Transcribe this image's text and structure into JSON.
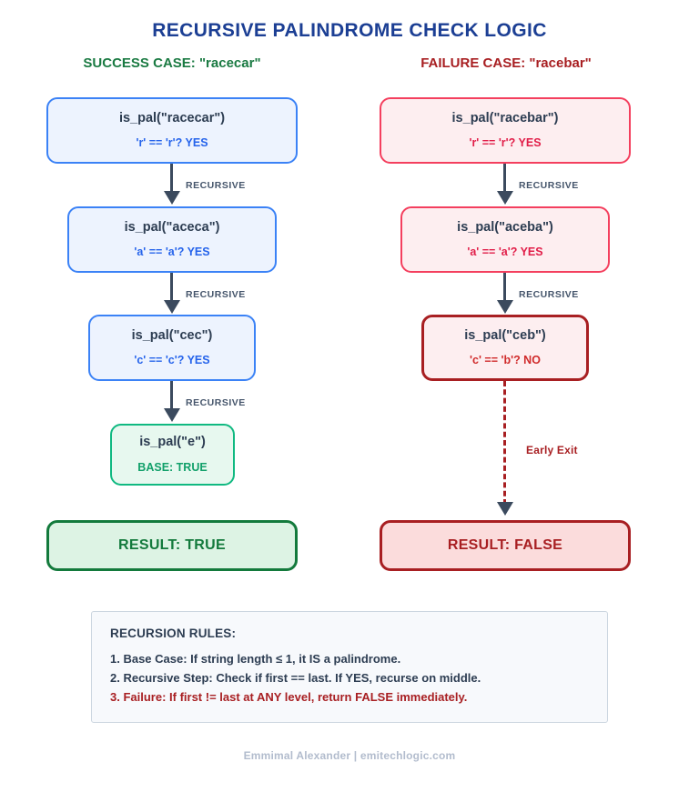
{
  "title": "RECURSIVE PALINDROME CHECK LOGIC",
  "columns": {
    "success": {
      "heading": "SUCCESS CASE: \"racecar\""
    },
    "failure": {
      "heading": "FAILURE CASE: \"racebar\""
    }
  },
  "colors": {
    "title": "#1c3f94",
    "success": "#1a7a42",
    "failure": "#a81f22",
    "blue_border": "#3b82f6",
    "blue_fill": "#edf3fe",
    "green_border": "#10b981",
    "green_fill": "#e7f8ef",
    "pink_border": "#f43f5e",
    "pink_fill": "#fdeef0",
    "darkred_border": "#a81f22",
    "arrow": "#3b4a5e"
  },
  "success_flow": {
    "nodes": [
      {
        "title": "is_pal(\"racecar\")",
        "sub": "'r' == 'r'? YES"
      },
      {
        "title": "is_pal(\"aceca\")",
        "sub": "'a' == 'a'? YES"
      },
      {
        "title": "is_pal(\"cec\")",
        "sub": "'c' == 'c'? YES"
      },
      {
        "title": "is_pal(\"e\")",
        "sub": "BASE: TRUE"
      }
    ],
    "edges": [
      {
        "label": "RECURSIVE"
      },
      {
        "label": "RECURSIVE"
      },
      {
        "label": "RECURSIVE"
      }
    ],
    "result": {
      "title": "RESULT: TRUE"
    }
  },
  "failure_flow": {
    "nodes": [
      {
        "title": "is_pal(\"racebar\")",
        "sub": "'r' == 'r'? YES"
      },
      {
        "title": "is_pal(\"aceba\")",
        "sub": "'a' == 'a'? YES"
      },
      {
        "title": "is_pal(\"ceb\")",
        "sub": "'c' == 'b'? NO"
      }
    ],
    "edges": [
      {
        "label": "RECURSIVE"
      },
      {
        "label": "RECURSIVE"
      },
      {
        "label": "Early Exit"
      }
    ],
    "result": {
      "title": "RESULT: FALSE"
    }
  },
  "rules": {
    "heading": "RECURSION RULES:",
    "items": [
      "1. Base Case: If string length ≤ 1, it IS a palindrome.",
      "2. Recursive Step: Check if first == last. If YES, recurse on middle.",
      "3. Failure: If first != last at ANY level, return FALSE immediately."
    ]
  },
  "footer": "Emmimal Alexander | emitechlogic.com"
}
